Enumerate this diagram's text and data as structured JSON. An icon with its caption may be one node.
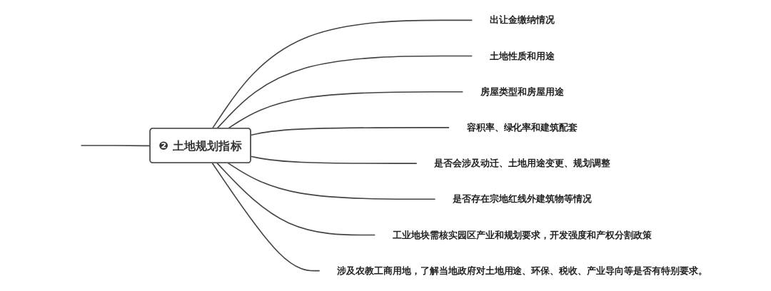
{
  "diagram": {
    "nodes": [
      {
        "text": [
          "❷ 土地规划指标"
        ]
      },
      {
        "text": [
          "出让金缴纳情况"
        ]
      },
      {
        "text": [
          "土地性质和用途"
        ]
      },
      {
        "text": [
          "房屋类型和房屋用途"
        ]
      },
      {
        "text": [
          "容积率、绿化率和建筑配套"
        ]
      },
      {
        "text": [
          "是否会涉及动迁、土地用途变更、规划调整"
        ]
      },
      {
        "text": [
          "是否存在宗地红线外建筑物等情况"
        ]
      },
      {
        "text": [
          "工业地块需核实园区产业和规划要求，开发强度和产权分割政策"
        ]
      },
      {
        "text": [
          "涉及农教工商用地，了解当地政府对土地用途、环保、税收、产业导向等是否有特别要求。"
        ]
      }
    ],
    "edges": [
      {
        "from": null,
        "to": 0,
        "arrow": "none"
      },
      {
        "from": 0,
        "to": 1,
        "arrow": "none"
      },
      {
        "from": 0,
        "to": 2,
        "arrow": "none"
      },
      {
        "from": 0,
        "to": 3,
        "arrow": "none"
      },
      {
        "from": 0,
        "to": 4,
        "arrow": "none"
      },
      {
        "from": 0,
        "to": 5,
        "arrow": "none"
      },
      {
        "from": 0,
        "to": 6,
        "arrow": "none"
      },
      {
        "from": 0,
        "to": 7,
        "arrow": "none"
      },
      {
        "from": 0,
        "to": 8,
        "arrow": "none"
      }
    ]
  }
}
